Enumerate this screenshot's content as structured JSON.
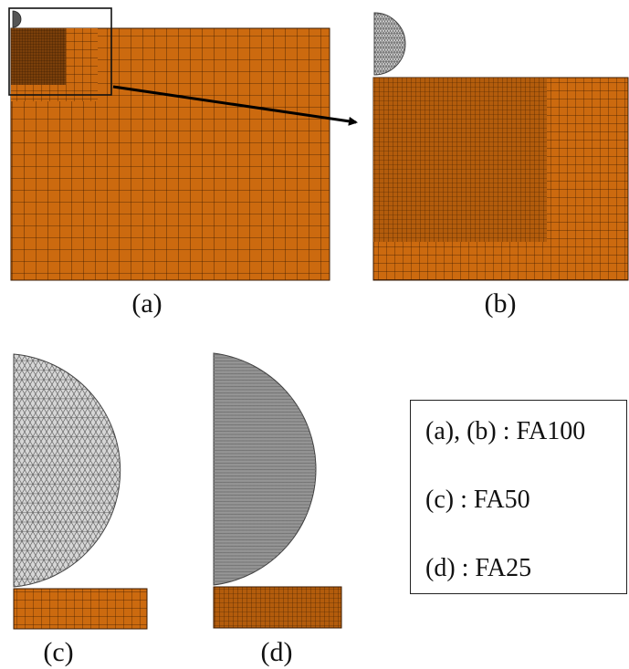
{
  "panel_labels": {
    "a": "(a)",
    "b": "(b)",
    "c": "(c)",
    "d": "(d)"
  },
  "legend": {
    "line1": "(a), (b) : FA100",
    "line2": "(c) : FA50",
    "line3": "(d) : FA25"
  },
  "colors": {
    "substrate_fill": "#cc6a0f",
    "mesh_line": "#3a1a00",
    "particle_fill": "#d6d6d6",
    "particle_mesh": "#555555",
    "refined_zone": "#7a3f0a",
    "arrow": "#000000"
  }
}
